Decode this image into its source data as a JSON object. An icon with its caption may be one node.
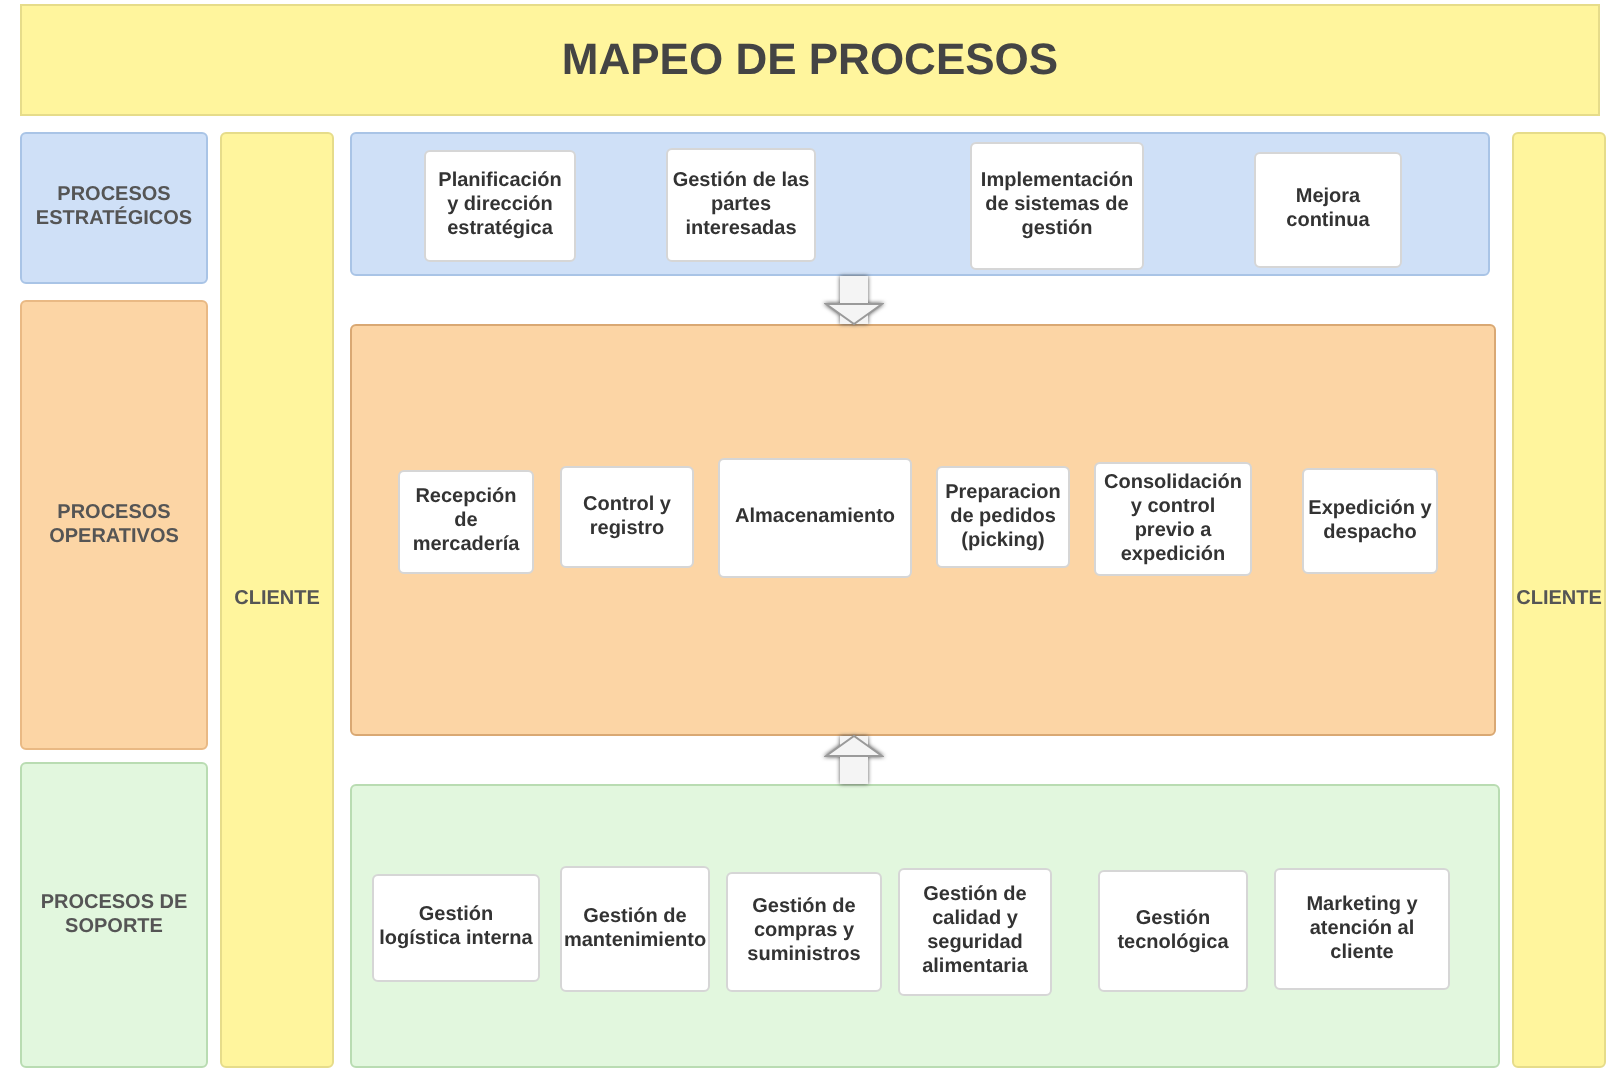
{
  "diagram": {
    "title": "MAPEO DE PROCESOS",
    "nodes": [
      {
        "text": [
          "PROCESOS ESTRATÉGICOS"
        ]
      },
      {
        "text": [
          "PROCESOS OPERATIVOS"
        ]
      },
      {
        "text": [
          "PROCESOS DE SOPORTE"
        ]
      },
      {
        "text": [
          "CLIENTE"
        ]
      },
      {
        "text": [],
        "shape": "box"
      },
      {
        "text": [
          "Planificación y dirección estratégica"
        ],
        "in": 4
      },
      {
        "text": [
          "Gestión de las partes interesadas"
        ],
        "in": 4
      },
      {
        "text": [
          "Implementación de sistemas de gestión"
        ],
        "in": 4
      },
      {
        "text": [
          "Mejora continua"
        ],
        "in": 4
      },
      {
        "text": [],
        "shape": "box"
      },
      {
        "text": [
          "Recepción de mercadería"
        ],
        "in": 9
      },
      {
        "text": [
          "Control y registro"
        ],
        "in": 9
      },
      {
        "text": [
          "Almacenamiento"
        ],
        "in": 9
      },
      {
        "text": [
          "Preparacion de pedidos (picking)"
        ],
        "in": 9
      },
      {
        "text": [
          "Consolidación y control previo a expedición"
        ],
        "in": 9
      },
      {
        "text": [
          "Expedición y despacho"
        ],
        "in": 9
      },
      {
        "text": [],
        "shape": "box"
      },
      {
        "text": [
          "Gestión logística interna"
        ],
        "in": 16
      },
      {
        "text": [
          "Gestión de mantenimiento"
        ],
        "in": 16
      },
      {
        "text": [
          "Gestión de compras y suministros"
        ],
        "in": 16
      },
      {
        "text": [
          "Gestión de calidad y seguridad alimentaria"
        ],
        "in": 16
      },
      {
        "text": [
          "Gestión tecnológica"
        ],
        "in": 16
      },
      {
        "text": [
          "Marketing y atención al cliente"
        ],
        "in": 16
      },
      {
        "text": [
          "CLIENTE"
        ]
      }
    ],
    "edges": [
      {
        "from": 4,
        "to": 9,
        "arrow": "to"
      },
      {
        "from": 16,
        "to": 9,
        "arrow": "to"
      }
    ]
  }
}
